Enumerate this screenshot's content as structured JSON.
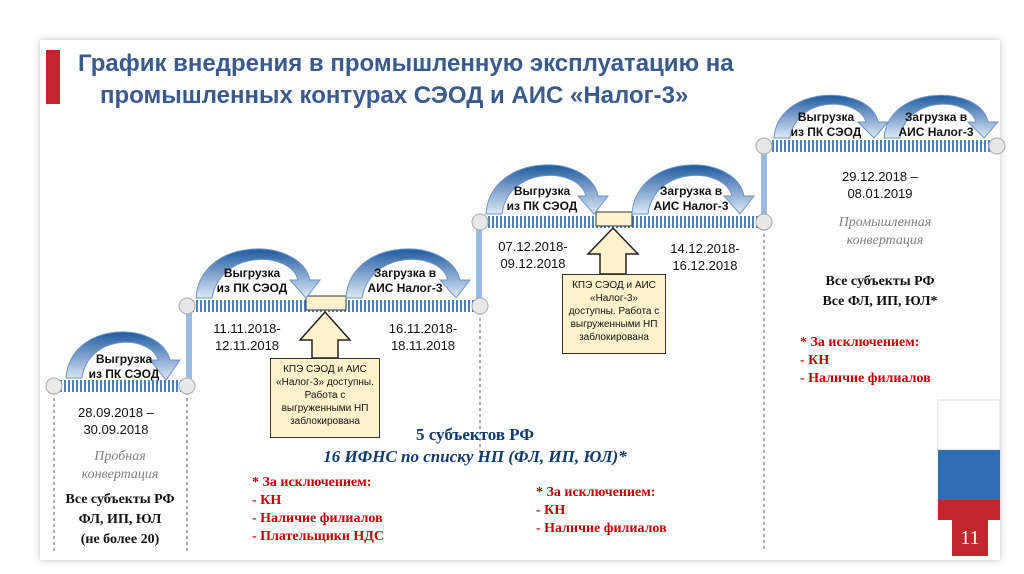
{
  "title": {
    "line1": "График внедрения в промышленную эксплуатацию на",
    "line2": "промышленных контурах СЭОД и АИС «Налог-3»"
  },
  "stages": [
    {
      "upload": "Выгрузка\nиз ПК СЭОД",
      "upload_dates": "28.09.2018 –\n30.09.2018"
    },
    {
      "upload": "Выгрузка\nиз ПК СЭОД",
      "upload_dates": "11.11.2018-\n12.11.2018",
      "load": "Загрузка в\nАИС Налог-3",
      "load_dates": "16.11.2018-\n18.11.2018"
    },
    {
      "upload": "Выгрузка\nиз ПК СЭОД",
      "upload_dates": "07.12.2018-\n09.12.2018",
      "load": "Загрузка в\nАИС Налог-3",
      "load_dates": "14.12.2018-\n16.12.2018"
    },
    {
      "upload": "Выгрузка\nиз ПК СЭОД",
      "load": "Загрузка в\nАИС Налог-3",
      "dates": "29.12.2018 –\n08.01.2019"
    }
  ],
  "blocked_note": "КПЭ СЭОД и АИС «Налог-3» доступны. Работа с выгруженными НП заблокирована",
  "left_block": {
    "mode": "Пробная\nконвертация",
    "subjects": "Все субъекты РФ\nФЛ, ИП, ЮЛ\n(не более 20)"
  },
  "center_block": {
    "line1": "5 субъектов РФ",
    "line2": "16 ИФНС по списку НП (ФЛ, ИП, ЮЛ)*",
    "exceptions1": [
      "* За исключением:",
      "- КН",
      "- Наличие филиалов",
      "- Плательщики НДС"
    ],
    "exceptions2": [
      "* За исключением:",
      "- КН",
      "- Наличие филиалов"
    ]
  },
  "right_block": {
    "mode": "Промышленная\nконвертация",
    "subjects": "Все субъекты РФ\nВсе ФЛ, ИП, ЮЛ*",
    "exceptions": [
      "* За исключением:",
      "- КН",
      "- Наличие филиалов"
    ]
  },
  "page_number": "11",
  "colors": {
    "title": "#3a5a8c",
    "accent_red": "#c0272d",
    "arrow_blue": "#2f6eb5",
    "arrow_light": "#dce8f5",
    "note_fill": "#fff2cc",
    "exception_red": "#c00000"
  }
}
